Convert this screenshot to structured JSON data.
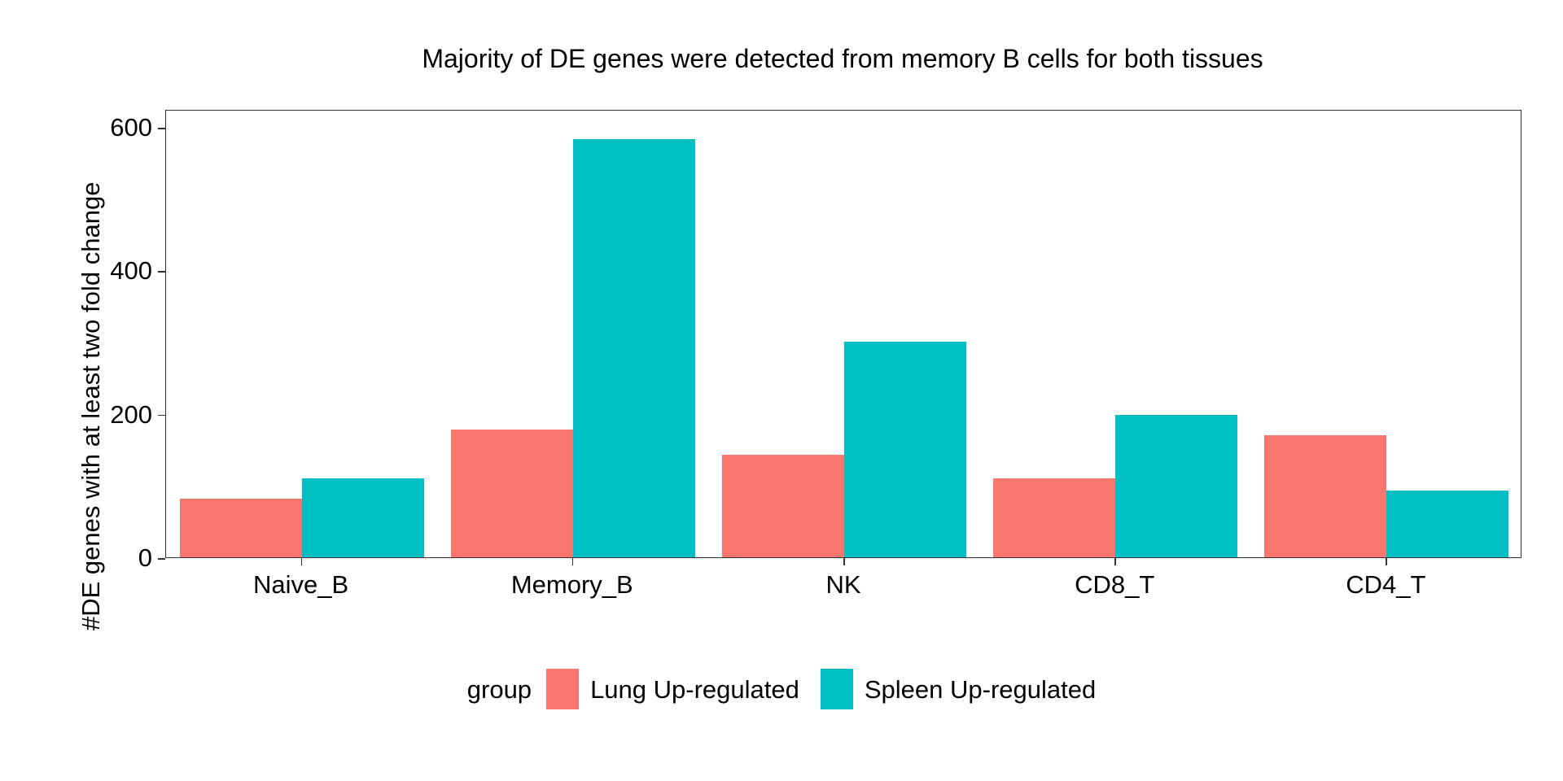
{
  "chart_data": {
    "type": "bar",
    "title": "Majority of DE genes were detected from memory B cells for both tissues",
    "xlabel": "",
    "ylabel": "#DE genes with at least two fold change",
    "categories": [
      "Naive_B",
      "Memory_B",
      "NK",
      "CD8_T",
      "CD4_T"
    ],
    "series": [
      {
        "name": "Lung Up-regulated",
        "color": "#F8766D",
        "values": [
          82,
          178,
          143,
          110,
          170
        ]
      },
      {
        "name": "Spleen Up-regulated",
        "color": "#00BFC4",
        "values": [
          110,
          583,
          301,
          199,
          93
        ]
      }
    ],
    "ylim": [
      0,
      625
    ],
    "yticks": [
      0,
      200,
      400,
      600
    ],
    "ytick_labels": [
      "0",
      "200",
      "400",
      "600"
    ],
    "grid": false,
    "legend_position": "bottom",
    "legend_title": "group",
    "bar_position": "dodge"
  },
  "axes": {
    "y_title": "#DE genes with at least two fold change",
    "y_tick_labels": [
      "600",
      "400",
      "200",
      "0"
    ],
    "x_tick_labels": [
      "Naive_B",
      "Memory_B",
      "NK",
      "CD8_T",
      "CD4_T"
    ]
  },
  "legend": {
    "title": "group",
    "entries": [
      {
        "label": "Lung Up-regulated",
        "color": "#F8766D"
      },
      {
        "label": "Spleen Up-regulated",
        "color": "#00BFC4"
      }
    ]
  },
  "theme": {
    "background": "#FFFFFF",
    "panel_border": "#333333",
    "text_color": "#000000"
  }
}
